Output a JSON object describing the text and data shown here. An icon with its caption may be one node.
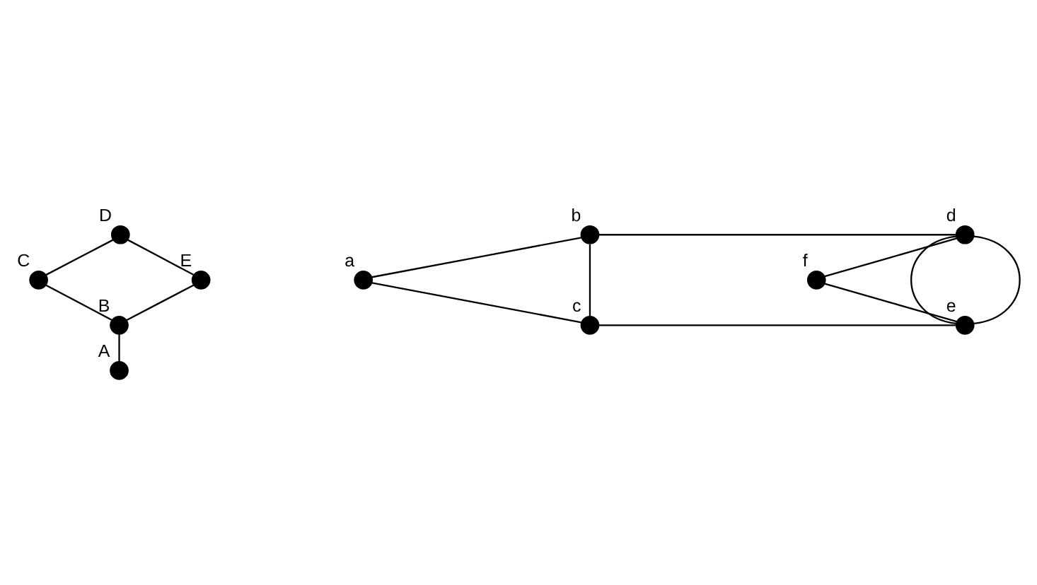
{
  "diagram": {
    "nodes": [
      {
        "text": [],
        "shape": "circle",
        "beside": [
          "D"
        ]
      },
      {
        "text": [],
        "shape": "circle",
        "beside": [
          "C"
        ]
      },
      {
        "text": [],
        "shape": "circle",
        "beside": [
          "E"
        ]
      },
      {
        "text": [],
        "shape": "circle",
        "beside": [
          "B"
        ]
      },
      {
        "text": [],
        "shape": "circle",
        "beside": [
          "A"
        ]
      },
      {
        "text": [],
        "shape": "circle",
        "beside": [
          "b"
        ]
      },
      {
        "text": [],
        "shape": "circle",
        "beside": [
          "d"
        ]
      },
      {
        "text": [],
        "shape": "circle",
        "beside": [
          "a"
        ]
      },
      {
        "text": [],
        "shape": "circle",
        "beside": [
          "f"
        ]
      },
      {
        "text": [],
        "shape": "circle",
        "beside": [
          "c"
        ]
      },
      {
        "text": [],
        "shape": "circle",
        "beside": [
          "e"
        ]
      }
    ],
    "edges": [
      {
        "from": 0,
        "to": 1,
        "arrow": "none"
      },
      {
        "from": 0,
        "to": 2,
        "arrow": "none"
      },
      {
        "from": 1,
        "to": 3,
        "arrow": "none"
      },
      {
        "from": 2,
        "to": 3,
        "arrow": "none"
      },
      {
        "from": 3,
        "to": 4,
        "arrow": "none"
      },
      {
        "from": 5,
        "to": 7,
        "arrow": "none"
      },
      {
        "from": 7,
        "to": 9,
        "arrow": "none"
      },
      {
        "from": 5,
        "to": 9,
        "arrow": "none"
      },
      {
        "from": 5,
        "to": 6,
        "arrow": "none"
      },
      {
        "from": 9,
        "to": 10,
        "arrow": "none"
      },
      {
        "from": 6,
        "to": 10,
        "arrow": "none"
      },
      {
        "from": 6,
        "to": 10,
        "arrow": "none"
      },
      {
        "from": 6,
        "to": 8,
        "arrow": "none"
      },
      {
        "from": 8,
        "to": 10,
        "arrow": "none"
      }
    ]
  }
}
